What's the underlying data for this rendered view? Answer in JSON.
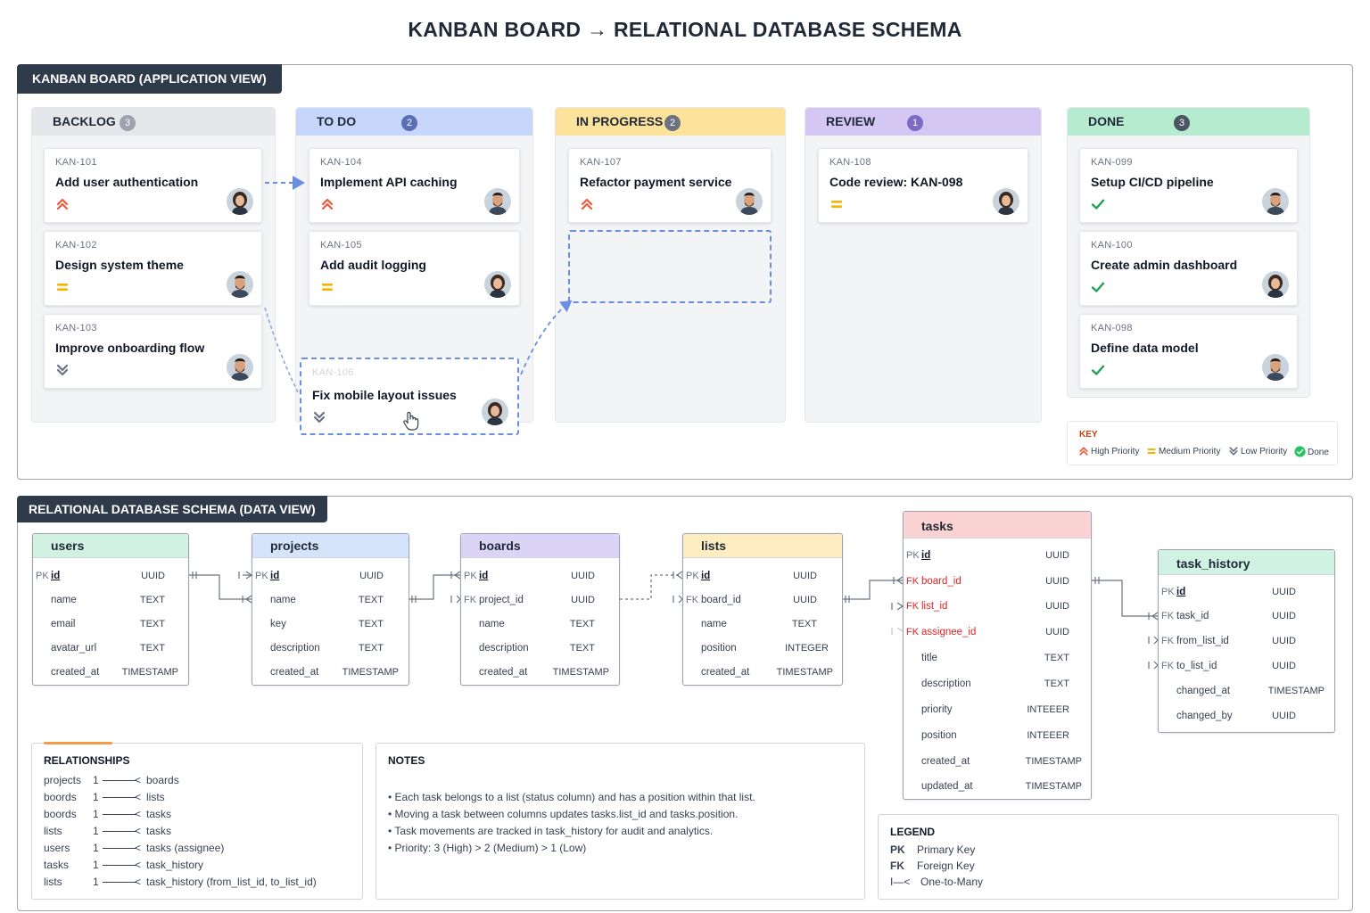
{
  "title": "KANBAN BOARD → RELATIONAL DATABASE SCHEMA",
  "kanban": {
    "tab": "KANBAN BOARD (APPLICATION VIEW)",
    "columns": [
      {
        "name": "BACKLOG",
        "count": "3",
        "color": "#e5e7eb",
        "badge": "#9ca3af",
        "cards": [
          {
            "id": "KAN-101",
            "title": "Add user authentication",
            "priority": "high"
          },
          {
            "id": "KAN-102",
            "title": "Design system theme",
            "priority": "medium"
          },
          {
            "id": "KAN-103",
            "title": "Improve onboarding flow",
            "priority": "low"
          }
        ]
      },
      {
        "name": "TO DO",
        "count": "2",
        "color": "#c7d6fb",
        "badge": "#5b6fb8",
        "cards": [
          {
            "id": "KAN-104",
            "title": "Implement API caching",
            "priority": "high"
          },
          {
            "id": "KAN-105",
            "title": "Add audit logging",
            "priority": "medium"
          }
        ]
      },
      {
        "name": "IN PROGRESS",
        "count": "2",
        "color": "#fde29c",
        "badge": "#6b7280",
        "cards": [
          {
            "id": "KAN-107",
            "title": "Refactor payment service",
            "priority": "high"
          }
        ]
      },
      {
        "name": "REVIEW",
        "count": "1",
        "color": "#d4c7f3",
        "badge": "#7c6bc4",
        "cards": [
          {
            "id": "KAN-108",
            "title": "Code review: KAN-098",
            "priority": "medium"
          }
        ]
      },
      {
        "name": "DONE",
        "count": "3",
        "color": "#b7ebd0",
        "badge": "#4b5563",
        "cards": [
          {
            "id": "KAN-099",
            "title": "Setup CI/CD pipeline",
            "priority": "done"
          },
          {
            "id": "KAN-100",
            "title": "Create admin dashboard",
            "priority": "done"
          },
          {
            "id": "KAN-098",
            "title": "Define data model",
            "priority": "done"
          }
        ]
      }
    ],
    "dragging_card": {
      "id": "KAN-106",
      "title": "Fix mobile layout issues",
      "priority": "low"
    },
    "key": {
      "title": "KEY",
      "high": "High Priority",
      "medium": "Medium Priority",
      "low": "Low Priority",
      "done": "Done"
    }
  },
  "schema": {
    "tab": "RELATIONAL DATABASE SCHEMA (DATA VIEW)",
    "tables": {
      "users": {
        "name": "users",
        "color": "#d1f2e2",
        "rows": [
          {
            "key": "PK",
            "col": "id",
            "type": "UUID"
          },
          {
            "key": "",
            "col": "name",
            "type": "TEXT"
          },
          {
            "key": "",
            "col": "email",
            "type": "TEXT"
          },
          {
            "key": "",
            "col": "avatar_url",
            "type": "TEXT"
          },
          {
            "key": "",
            "col": "created_at",
            "type": "TIMESTAMP"
          }
        ]
      },
      "projects": {
        "name": "projects",
        "color": "#d6e4fb",
        "rows": [
          {
            "key": "PK",
            "col": "id",
            "type": "UUID"
          },
          {
            "key": "",
            "col": "name",
            "type": "TEXT"
          },
          {
            "key": "",
            "col": "key",
            "type": "TEXT"
          },
          {
            "key": "",
            "col": "description",
            "type": "TEXT"
          },
          {
            "key": "",
            "col": "created_at",
            "type": "TIMESTAMP"
          }
        ]
      },
      "boards": {
        "name": "boards",
        "color": "#dcd4f6",
        "rows": [
          {
            "key": "PK",
            "col": "id",
            "type": "UUID"
          },
          {
            "key": "FK",
            "col": "project_id",
            "type": "UUID"
          },
          {
            "key": "",
            "col": "name",
            "type": "TEXT"
          },
          {
            "key": "",
            "col": "description",
            "type": "TEXT"
          },
          {
            "key": "",
            "col": "created_at",
            "type": "TIMESTAMP"
          }
        ]
      },
      "lists": {
        "name": "lists",
        "color": "#fdedc0",
        "rows": [
          {
            "key": "PK",
            "col": "id",
            "type": "UUID"
          },
          {
            "key": "FK",
            "col": "board_id",
            "type": "UUID"
          },
          {
            "key": "",
            "col": "name",
            "type": "TEXT"
          },
          {
            "key": "",
            "col": "position",
            "type": "INTEGER"
          },
          {
            "key": "",
            "col": "created_at",
            "type": "TIMESTAMP"
          }
        ]
      },
      "tasks": {
        "name": "tasks",
        "color": "#fbd3d3",
        "rows": [
          {
            "key": "PK",
            "col": "id",
            "type": "UUID"
          },
          {
            "key": "FK",
            "col": "board_id",
            "type": "UUID"
          },
          {
            "key": "FK",
            "col": "list_id",
            "type": "UUID"
          },
          {
            "key": "FK",
            "col": "assignee_id",
            "type": "UUID"
          },
          {
            "key": "",
            "col": "title",
            "type": "TEXT"
          },
          {
            "key": "",
            "col": "description",
            "type": "TEXT"
          },
          {
            "key": "",
            "col": "priority",
            "type": "INTEEER"
          },
          {
            "key": "",
            "col": "position",
            "type": "INTEEER"
          },
          {
            "key": "",
            "col": "created_at",
            "type": "TIMESTAMP"
          },
          {
            "key": "",
            "col": "updated_at",
            "type": "TIMESTAMP"
          }
        ]
      },
      "task_history": {
        "name": "task_history",
        "color": "#d1f2e2",
        "rows": [
          {
            "key": "PK",
            "col": "id",
            "type": "UUID"
          },
          {
            "key": "FK",
            "col": "task_id",
            "type": "UUID"
          },
          {
            "key": "FK",
            "col": "from_list_id",
            "type": "UUID"
          },
          {
            "key": "FK",
            "col": "to_list_id",
            "type": "UUID"
          },
          {
            "key": "",
            "col": "changed_at",
            "type": "TIMESTAMP"
          },
          {
            "key": "",
            "col": "changed_by",
            "type": "UUID"
          }
        ]
      }
    },
    "relationships": {
      "title": "RELATIONSHIPS",
      "items": [
        {
          "from": "projects",
          "card": "1",
          "to": "boards"
        },
        {
          "from": "boords",
          "card": "1",
          "to": "lists"
        },
        {
          "from": "boords",
          "card": "1",
          "to": "tasks"
        },
        {
          "from": "lists",
          "card": "1",
          "to": "tasks"
        },
        {
          "from": "users",
          "card": "1",
          "to": "tasks (assignee)"
        },
        {
          "from": "tasks",
          "card": "1",
          "to": "task_history"
        },
        {
          "from": "lists",
          "card": "1",
          "to": "task_history (from_list_id, to_list_id)"
        }
      ]
    },
    "notes": {
      "title": "NOTES",
      "items": [
        "• Each task belongs to a list (status column) and has a position within that list.",
        "• Moving a task between columns updates tasks.list_id and tasks.position.",
        "• Task movements are tracked in task_history for audit and analytics.",
        "• Priority: 3 (High) > 2 (Medium) > 1 (Low)"
      ]
    },
    "legend": {
      "title": "LEGEND",
      "pk": "PK",
      "pk_label": "Primary Key",
      "fk": "FK",
      "fk_label": "Foreign Key",
      "otm": "I—<",
      "otm_label": "One-to-Many"
    }
  }
}
